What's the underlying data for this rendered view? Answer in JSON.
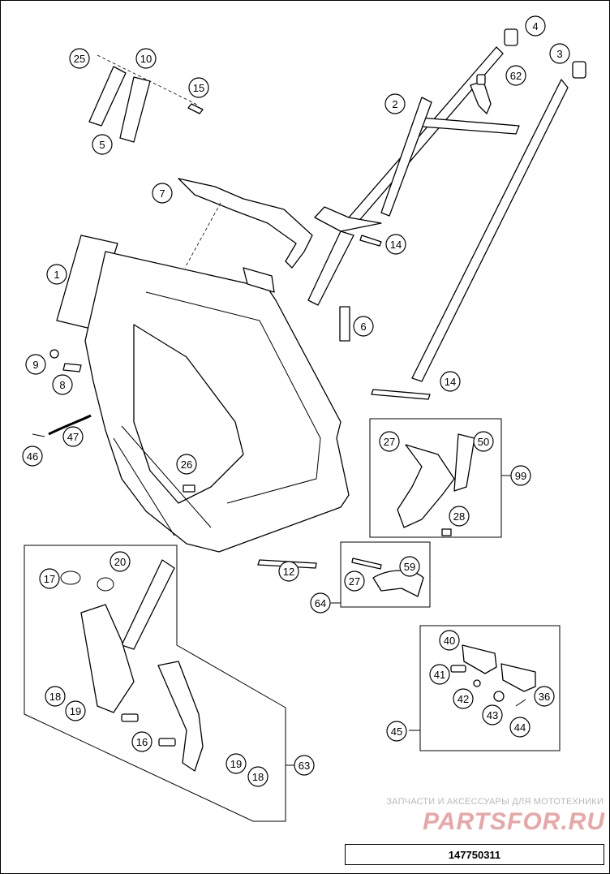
{
  "diagram": {
    "callouts": [
      {
        "label": "4"
      },
      {
        "label": "3"
      },
      {
        "label": "62"
      },
      {
        "label": "2"
      },
      {
        "label": "25"
      },
      {
        "label": "10"
      },
      {
        "label": "15"
      },
      {
        "label": "5"
      },
      {
        "label": "7"
      },
      {
        "label": "14"
      },
      {
        "label": "1"
      },
      {
        "label": "6"
      },
      {
        "label": "9"
      },
      {
        "label": "8"
      },
      {
        "label": "14"
      },
      {
        "label": "47"
      },
      {
        "label": "46"
      },
      {
        "label": "27"
      },
      {
        "label": "50"
      },
      {
        "label": "99"
      },
      {
        "label": "28"
      },
      {
        "label": "26"
      },
      {
        "label": "12"
      },
      {
        "label": "20"
      },
      {
        "label": "17"
      },
      {
        "label": "59"
      },
      {
        "label": "27"
      },
      {
        "label": "64"
      },
      {
        "label": "40"
      },
      {
        "label": "41"
      },
      {
        "label": "36"
      },
      {
        "label": "42"
      },
      {
        "label": "43"
      },
      {
        "label": "44"
      },
      {
        "label": "45"
      },
      {
        "label": "18"
      },
      {
        "label": "19"
      },
      {
        "label": "16"
      },
      {
        "label": "19"
      },
      {
        "label": "63"
      },
      {
        "label": "18"
      }
    ]
  },
  "watermark": {
    "caption": "ЗАПЧАСТИ И АКСЕССУАРЫ ДЛЯ МОТОТЕХНИКИ",
    "logo": "PARTSFOR.RU"
  },
  "footer": {
    "part_number": "147750311"
  }
}
